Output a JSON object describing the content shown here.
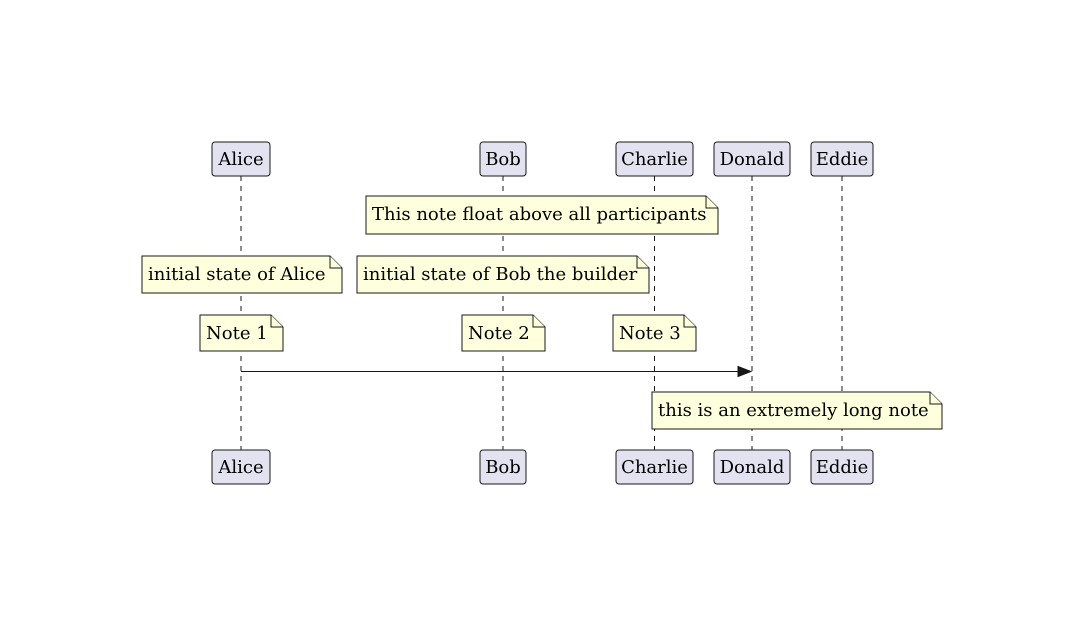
{
  "colors": {
    "participant_fill": "#E2E2F0",
    "participant_stroke": "#181818",
    "note_fill": "#FEFFDD",
    "note_stroke": "#181818",
    "lifeline": "#181818",
    "arrow": "#181818",
    "background": "#FFFFFF"
  },
  "participants": [
    {
      "id": "alice",
      "name": "Alice"
    },
    {
      "id": "bob",
      "name": "Bob"
    },
    {
      "id": "charlie",
      "name": "Charlie"
    },
    {
      "id": "donald",
      "name": "Donald"
    },
    {
      "id": "eddie",
      "name": "Eddie"
    }
  ],
  "notes": [
    {
      "id": "note-over-all",
      "text": "This note float above all participants"
    },
    {
      "id": "note-alice-state",
      "text": "initial state of Alice"
    },
    {
      "id": "note-bob-state",
      "text": "initial state of Bob the builder"
    },
    {
      "id": "note-1",
      "text": "Note 1"
    },
    {
      "id": "note-2",
      "text": "Note 2"
    },
    {
      "id": "note-3",
      "text": "Note 3"
    },
    {
      "id": "note-long",
      "text": "this is an extremely long note"
    }
  ],
  "messages": [
    {
      "from": "Alice",
      "to": "Donald",
      "label": ""
    }
  ]
}
